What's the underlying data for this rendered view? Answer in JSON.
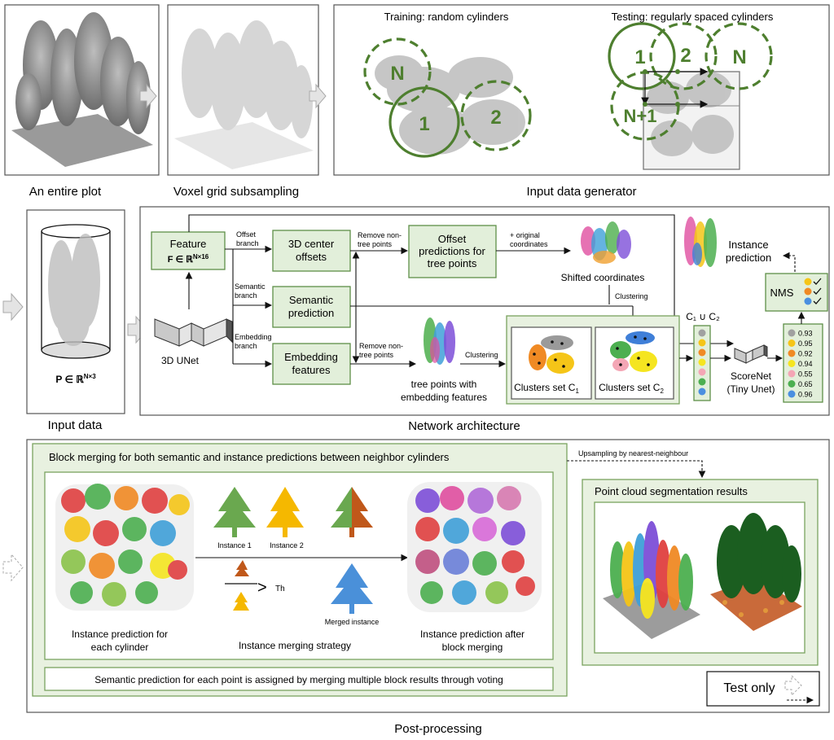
{
  "top": {
    "plot_caption": "An entire plot",
    "voxel_caption": "Voxel grid subsampling",
    "generator_caption": "Input data generator",
    "training_title": "Training: random cylinders",
    "testing_title": "Testing: regularly spaced cylinders",
    "train_labels": [
      "N",
      "1",
      "2"
    ],
    "test_labels": [
      "1",
      "2",
      "N",
      "N+1"
    ]
  },
  "input": {
    "formula": "P ∈ ℝ^{N×3}",
    "formula_main": "P ∈ ℝ",
    "formula_sup": "N×3",
    "caption": "Input data"
  },
  "network": {
    "caption": "Network architecture",
    "feature_label": "Feature",
    "feature_formula_main": "F ∈ ℝ",
    "feature_formula_sup": "N×16",
    "unet_label": "3D UNet",
    "offset_branch": [
      "Offset",
      "branch"
    ],
    "semantic_branch": [
      "Semantic",
      "branch"
    ],
    "embedding_branch": [
      "Embedding",
      "branch"
    ],
    "center_offsets": [
      "3D center",
      "offsets"
    ],
    "semantic_prediction": [
      "Semantic",
      "prediction"
    ],
    "embedding_features": [
      "Embedding",
      "features"
    ],
    "remove_non_tree_1": [
      "Remove non-",
      "tree points"
    ],
    "remove_non_tree_2": [
      "Remove non-",
      "tree points"
    ],
    "offset_predictions": [
      "Offset",
      "predictions for",
      "tree points"
    ],
    "original_coords": [
      "+ original",
      "coordinates"
    ],
    "shifted_coords": "Shifted coordinates",
    "clustering_1": "Clustering",
    "clustering_2": "Clustering",
    "tree_points": [
      "tree points with",
      "embedding features"
    ],
    "clusters_set_1": "Clusters set C",
    "clusters_set_1_sub": "1",
    "clusters_set_2": "Clusters set C",
    "clusters_set_2_sub": "2",
    "union": "C₁ ∪ C₂",
    "scorenet": [
      "ScoreNet",
      "(Tiny Unet)"
    ],
    "nms": "NMS",
    "instance_prediction": [
      "Instance",
      "prediction"
    ],
    "scores": [
      "0.93",
      "0.95",
      "0.92",
      "0.94",
      "0.55",
      "0.65",
      "0.96"
    ],
    "score_colors": [
      "#a0a0a0",
      "#f5c518",
      "#f08a24",
      "#f5e520",
      "#f4a6b5",
      "#4caf50",
      "#4a8fe0"
    ],
    "nms_colors": [
      "#f5c518",
      "#f08a24",
      "#4a8fe0"
    ]
  },
  "post": {
    "caption": "Post-processing",
    "block_merging_title": "Block merging for both semantic and instance predictions between neighbor cylinders",
    "upsampling": "Upsampling by nearest-neighbour",
    "segmentation_title": "Point cloud segmentation results",
    "instance_each": [
      "Instance prediction for",
      "each cylinder"
    ],
    "merging_strategy": "Instance merging strategy",
    "instance_after": [
      "Instance prediction after",
      "block merging"
    ],
    "instance1": "Instance 1",
    "instance2": "Instance 2",
    "threshold": "Th",
    "merged_instance": "Merged instance",
    "semantic_voting": "Semantic prediction for each point is assigned by merging multiple block results through voting",
    "test_only": "Test only"
  }
}
